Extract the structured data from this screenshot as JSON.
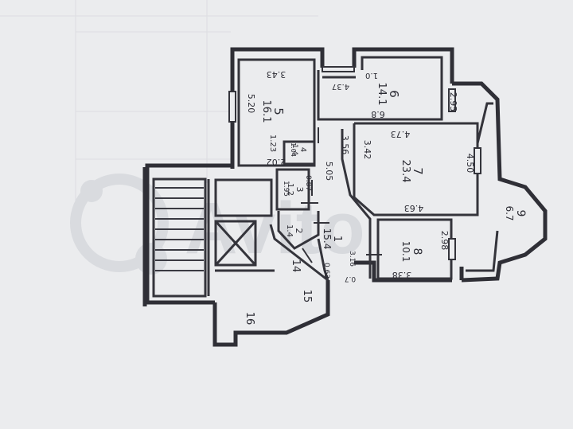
{
  "watermark": "Avito",
  "rooms": [
    {
      "number": "1",
      "area": "15.4"
    },
    {
      "number": "2",
      "area": "1.4"
    },
    {
      "number": "3",
      "area": "1.2"
    },
    {
      "number": "4",
      "area": "1.4"
    },
    {
      "number": "5",
      "area": "16.1"
    },
    {
      "number": "6",
      "area": "14.1"
    },
    {
      "number": "7",
      "area": "23.4"
    },
    {
      "number": "8",
      "area": "10.1"
    },
    {
      "number": "9",
      "area": "6.7"
    }
  ],
  "stair_spaces": [
    "14",
    "15",
    "16"
  ],
  "dimensions": [
    "3.43",
    "5.20",
    "2.02",
    "1.23",
    "1.04",
    "1.95",
    "0.87",
    "3.56",
    "5.05",
    "4.37",
    "1.0",
    "6.8",
    "2.95",
    "4.73",
    "3.42",
    "4.50",
    "4.63",
    "2.98",
    "3.38",
    "3.16",
    "0.63",
    "0.7"
  ]
}
